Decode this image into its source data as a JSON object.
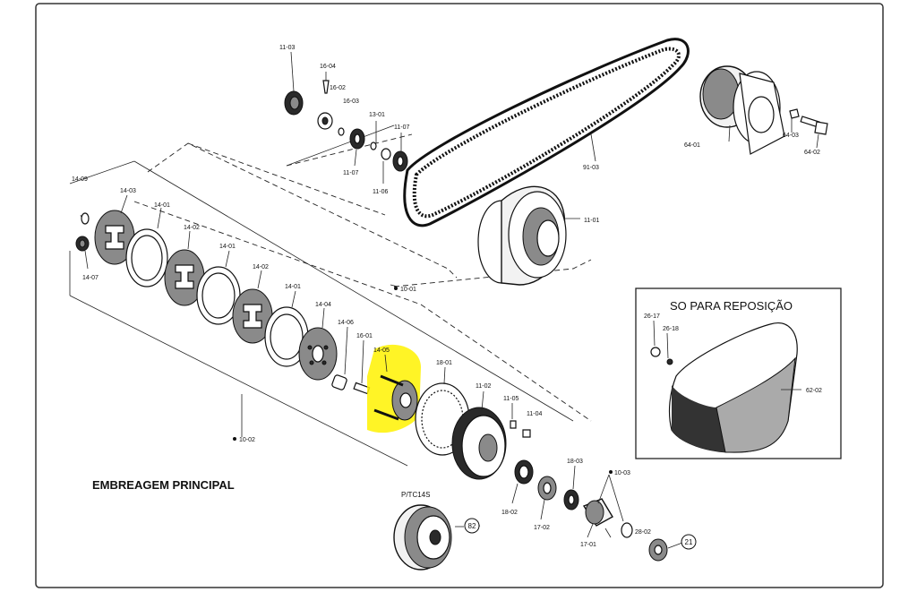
{
  "diagram": {
    "title": "EMBREAGEM PRINCIPAL",
    "inset_title": "SO PARA REPOSIÇÃO",
    "model_label": "P/TC14S",
    "labels": {
      "l1103": "11-03",
      "l1604": "16-04",
      "l1602": "16-02",
      "l1603": "16-03",
      "l1301": "13-01",
      "l1107a": "11-07",
      "l1107b": "11-07",
      "l1106": "11-06",
      "l9103": "91-03",
      "l6401": "64-01",
      "l6403": "64-03",
      "l6402": "64-02",
      "l1101": "11-01",
      "l1409": "14-09",
      "l1403": "14-03",
      "l1401a": "14-01",
      "l1402a": "14-02",
      "l1401b": "14-01",
      "l1402b": "14-02",
      "l1401c": "14-01",
      "l1404": "14-04",
      "l1407": "14-07",
      "l1001": "10-01",
      "l1406": "14-06",
      "l1601": "16-01",
      "l1405": "14-05",
      "l1801": "18-01",
      "l1102": "11-02",
      "l1105": "11-05",
      "l1104": "11-04",
      "l1002": "10-02",
      "l1803": "18-03",
      "l1003": "10-03",
      "l1802": "18-02",
      "l1702": "17-02",
      "l1701": "17-01",
      "l2802": "28-02",
      "l2617": "26-17",
      "l2618": "26-18",
      "l6202": "62-02"
    },
    "circled": {
      "c82": "82",
      "c21": "21"
    }
  }
}
